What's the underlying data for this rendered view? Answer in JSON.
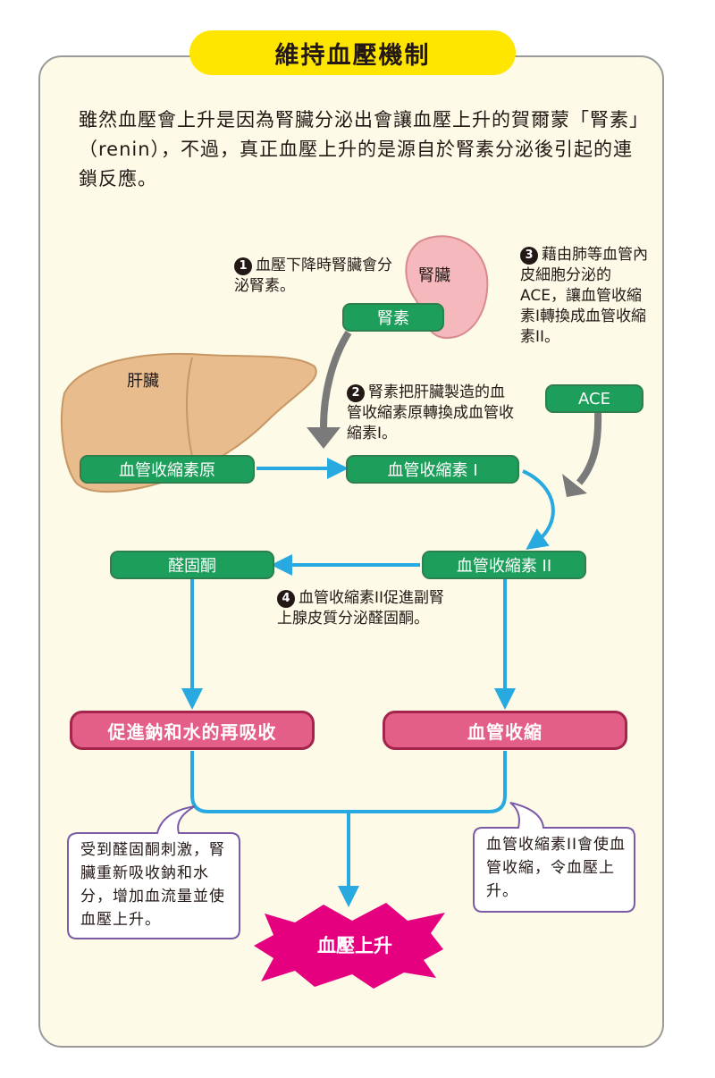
{
  "title": "維持血壓機制",
  "intro": "雖然血壓會上升是因為腎臟分泌出會讓血壓上升的賀爾蒙「腎素」（renin），不過，真正血壓上升的是源自於腎素分泌後引起的連鎖反應。",
  "organs": {
    "kidney": "腎臟",
    "liver": "肝臟"
  },
  "notes": {
    "n1": {
      "num": "1",
      "text": "血壓下降時腎臟會分泌腎素。"
    },
    "n2": {
      "num": "2",
      "text": "腎素把肝臟製造的血管收縮素原轉換成血管收縮素I。"
    },
    "n3": {
      "num": "3",
      "text": "藉由肺等血管內皮細胞分泌的ACE，讓血管收縮素I轉換成血管收縮素II。"
    },
    "n4": {
      "num": "4",
      "text": "血管收縮素II促進副腎上腺皮質分泌醛固酮。"
    }
  },
  "boxes": {
    "renin": "腎素",
    "ace": "ACE",
    "angiotensinogen": "血管收縮素原",
    "angiotensin1": "血管收縮素 I",
    "angiotensin2": "血管收縮素 II",
    "aldosterone": "醛固酮",
    "reabsorption": "促進鈉和水的再吸收",
    "vasoconstriction": "血管收縮"
  },
  "bubbles": {
    "left": "受到醛固酮刺激，腎臟重新吸收鈉和水分，增加血流量並使血壓上升。",
    "right": "血管收縮素II會使血管收縮，令血壓上升。"
  },
  "result": "血壓上升",
  "colors": {
    "title_bg": "#ffe600",
    "panel_bg": "#fdfbe8",
    "green_box": "#1e9e5b",
    "pink_box": "#e35f87",
    "arrow_blue": "#28a9e0",
    "arrow_gray": "#7a7a7a",
    "burst": "#e4007f",
    "bubble_border": "#7b5aa6"
  }
}
